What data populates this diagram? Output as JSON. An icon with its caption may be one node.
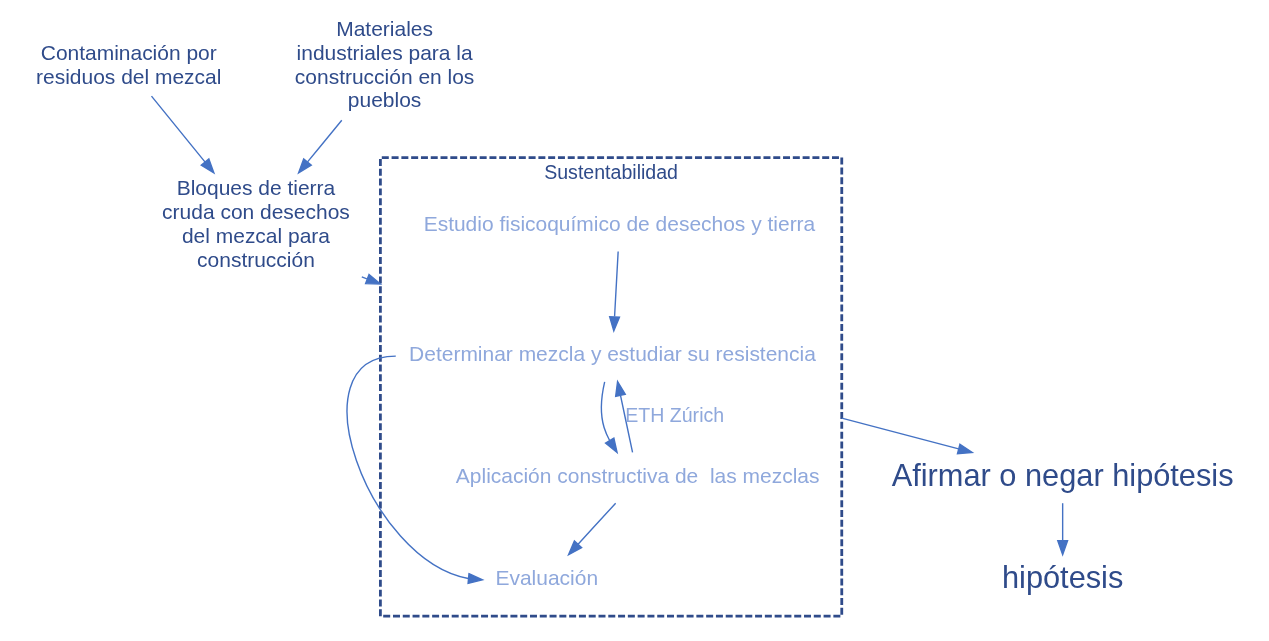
{
  "diagram": {
    "nodes": [
      {
        "text": [
          "Contaminación por residuos del mezcal"
        ]
      },
      {
        "text": [
          "Bloques de tierra cruda con desechos del mezcal para construcción"
        ]
      },
      {
        "text": [
          "Materiales industriales para la construcción en los pueblos"
        ]
      },
      {
        "text": [
          "hipótesis"
        ]
      },
      {
        "text": [
          "Sustentabilidad"
        ]
      },
      {
        "text": [
          "Estudio fisicoquímico de desechos y tierra"
        ],
        "in": 4
      },
      {
        "text": [
          "Determinar mezcla y estudiar su resistencia"
        ],
        "in": 4
      },
      {
        "text": [
          "Aplicación constructiva de  las mezclas"
        ],
        "in": 4
      },
      {
        "text": [
          "Evaluación"
        ],
        "in": 4
      },
      {
        "text": [
          "Afirmar o negar hipótesis"
        ]
      }
    ],
    "edges": [
      {
        "from": 0,
        "to": 1,
        "arrow": "to"
      },
      {
        "from": 2,
        "to": 1,
        "arrow": "to"
      },
      {
        "from": 1,
        "to": 4,
        "arrow": "to"
      },
      {
        "from": 5,
        "to": 6,
        "arrow": "to"
      },
      {
        "from": 6,
        "to": 7,
        "arrow": "to"
      },
      {
        "from": 7,
        "to": 6,
        "arrow": "to",
        "label": "ETH Zúrich"
      },
      {
        "from": 7,
        "to": 8,
        "arrow": "to"
      },
      {
        "from": 6,
        "to": 8,
        "arrow": "to"
      },
      {
        "from": 4,
        "to": 9,
        "arrow": "to"
      },
      {
        "from": 9,
        "to": 3,
        "arrow": "to"
      }
    ]
  }
}
